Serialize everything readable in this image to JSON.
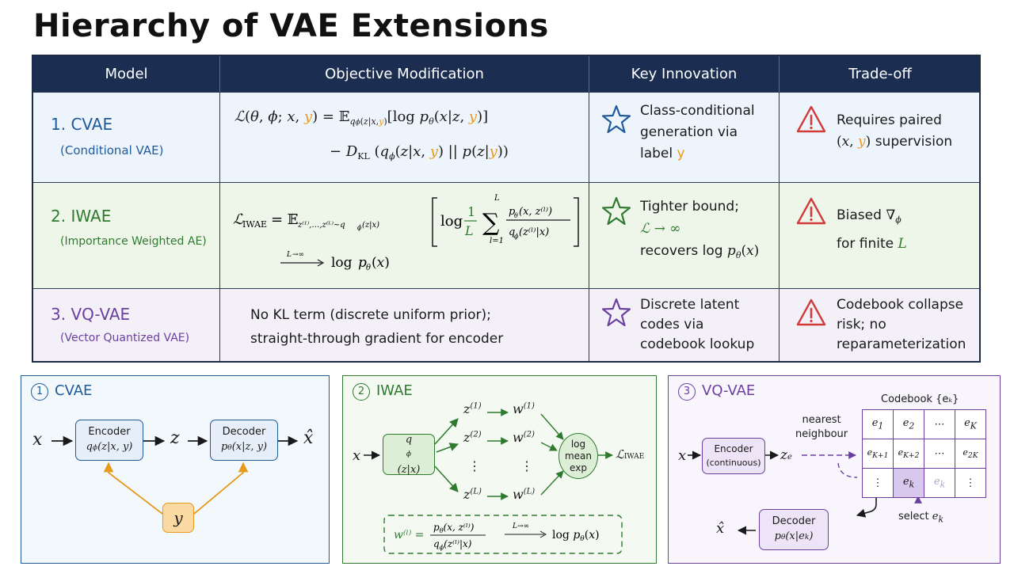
{
  "title": "Hierarchy of VAE Extensions",
  "table": {
    "headers": [
      "Model",
      "Objective Modification",
      "Key Innovation",
      "Trade-off"
    ],
    "rows": [
      {
        "name": "1. CVAE",
        "subtitle": "(Conditional VAE)",
        "innovation": [
          "Class-conditional",
          "generation via",
          "label"
        ],
        "innovation_var": "y",
        "tradeoff": [
          "Requires paired",
          "supervision"
        ]
      },
      {
        "name": "2. IWAE",
        "subtitle": "(Importance Weighted AE)",
        "innovation": [
          "Tighter bound;",
          "recovers log"
        ],
        "tradeoff": [
          "Biased",
          "for finite"
        ]
      },
      {
        "name": "3. VQ-VAE",
        "subtitle": "(Vector Quantized VAE)",
        "objective": [
          "No KL term (discrete uniform prior);",
          "straight-through gradient for encoder"
        ],
        "innovation": [
          "Discrete latent",
          "codes via",
          "codebook lookup"
        ],
        "tradeoff": [
          "Codebook collapse",
          "risk; no",
          "reparameterization"
        ]
      }
    ]
  },
  "panels": {
    "cvae": {
      "num": "1",
      "title": "CVAE",
      "encoder": "Encoder",
      "decoder": "Decoder",
      "y": "y"
    },
    "iwae": {
      "num": "2",
      "title": "IWAE",
      "agg": [
        "log",
        "mean",
        "exp"
      ],
      "dots": "⋮"
    },
    "vqvae": {
      "num": "3",
      "title": "VQ-VAE",
      "encoder": "Encoder",
      "encoder_sub": "(continuous)",
      "decoder": "Decoder",
      "codebook_title": "Codebook {e",
      "nearest": [
        "nearest",
        "neighbour"
      ],
      "select": "select",
      "dots_h": "⋯",
      "dots_v": "⋮"
    }
  },
  "colors": {
    "header": "#1c2d52",
    "cvae": "#1f5a9a",
    "iwae": "#2f7a2f",
    "vqvae": "#6b3fa0",
    "highlight": "#e59a1c",
    "warning": "#d23a3a"
  }
}
